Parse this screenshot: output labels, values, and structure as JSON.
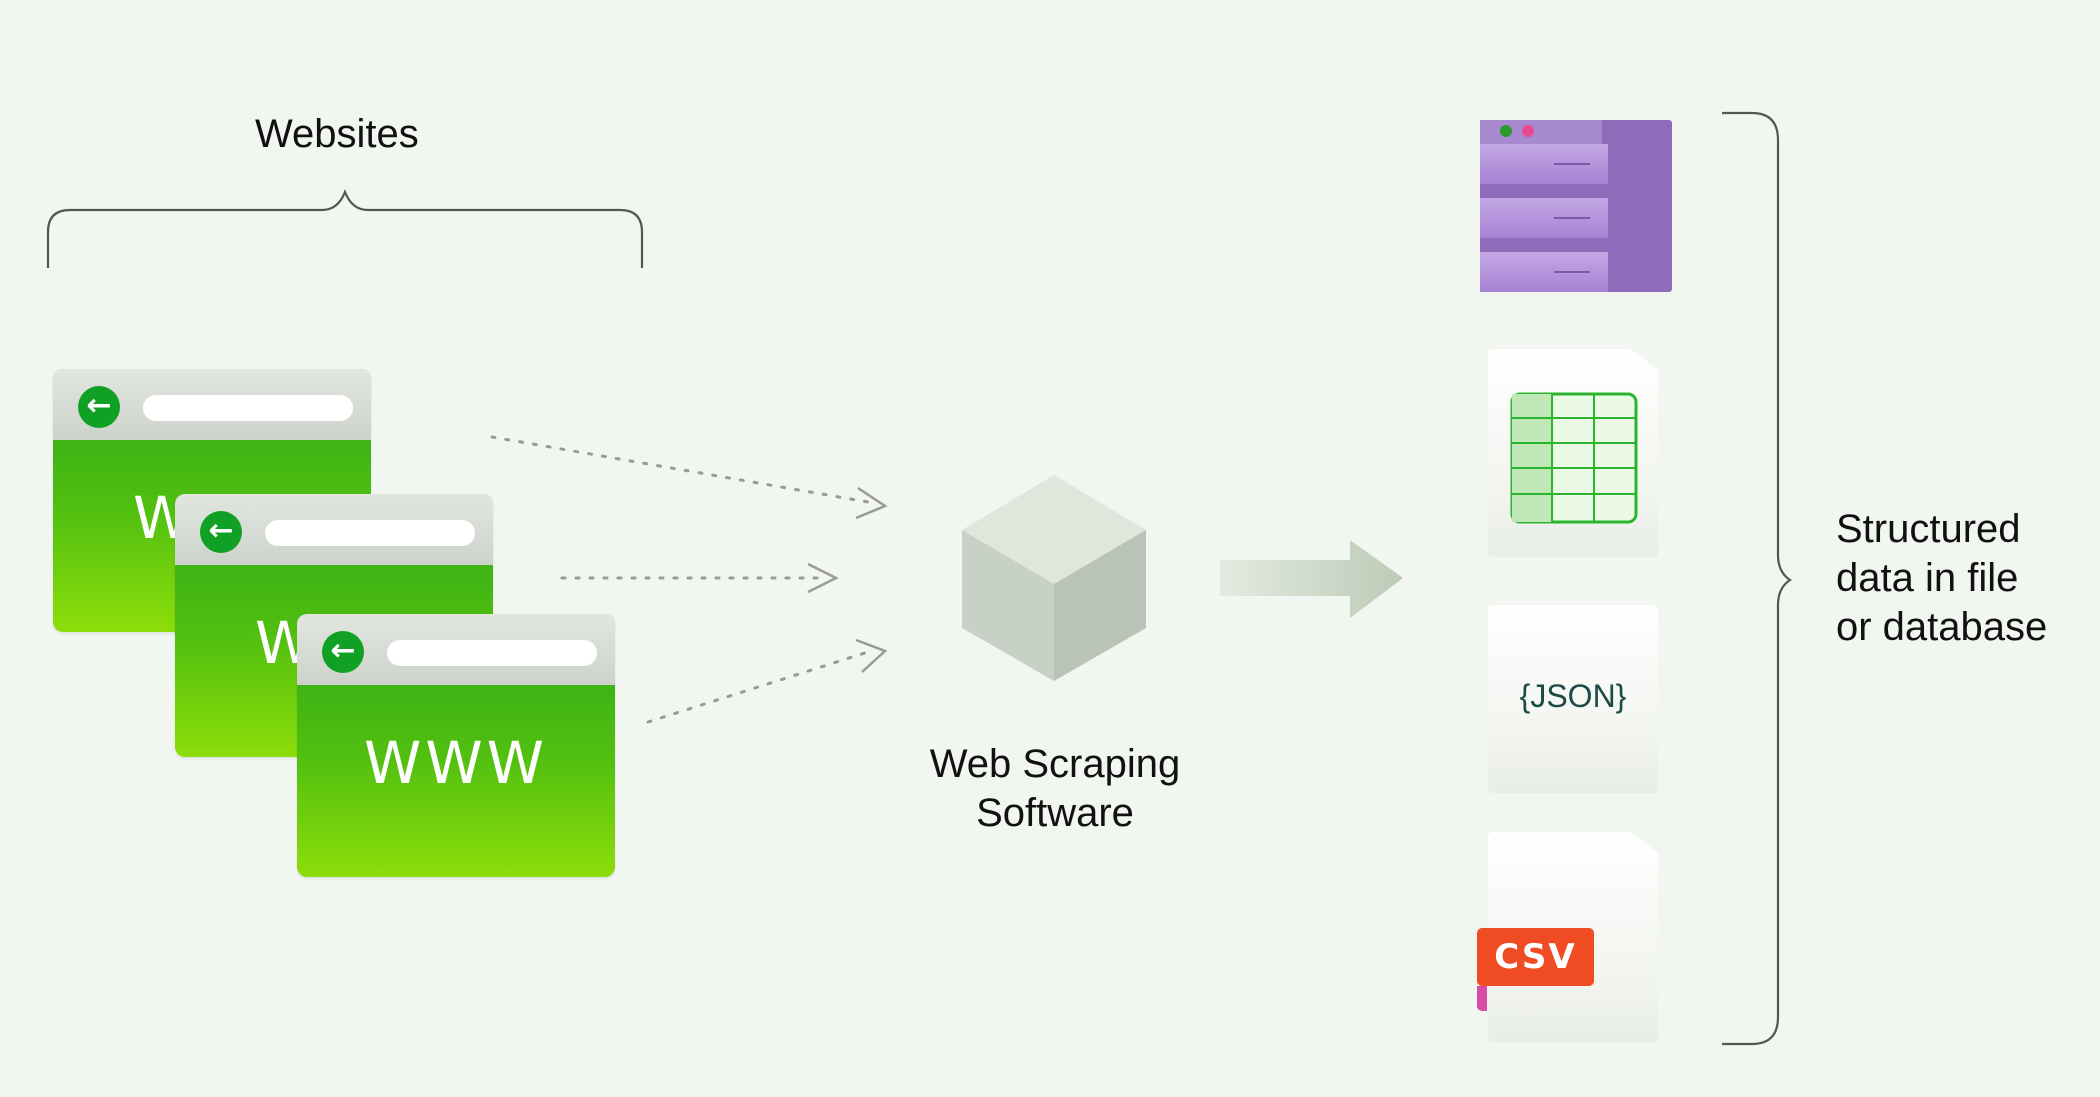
{
  "left": {
    "title": "Websites",
    "browser_text": "WWW",
    "back_icon": "arrow-left-icon",
    "accent": "#10a024"
  },
  "center": {
    "title_line1": "Web Scraping",
    "title_line2": "Software",
    "icon": "cube-icon"
  },
  "outputs": {
    "items": [
      {
        "icon": "database-server-icon",
        "color": "#a585d0"
      },
      {
        "icon": "spreadsheet-icon",
        "color": "#2bb52f"
      },
      {
        "icon": "json-file-icon",
        "text": "{JSON}"
      },
      {
        "icon": "csv-file-icon",
        "text": "CSV",
        "color": "#f04c23"
      }
    ],
    "label_line1": "Structured",
    "label_line2": "data in file",
    "label_line3": "or database"
  }
}
